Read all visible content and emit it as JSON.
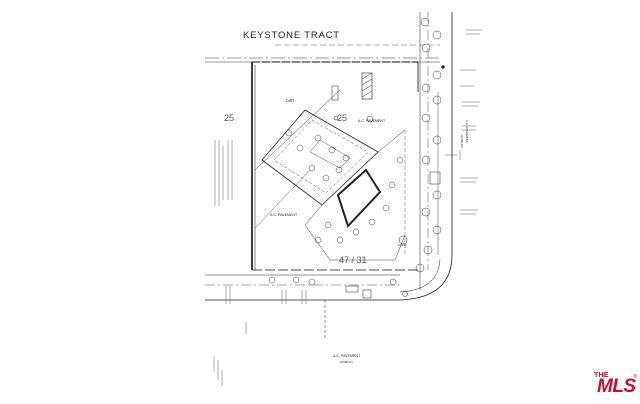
{
  "drawing": {
    "tract_title": "KEYSTONE TRACT",
    "labels": {
      "lot_left": "25",
      "lot_right": "25",
      "street_lower": "47 / 31",
      "dirt": "DIRT",
      "ac_pavement_upper": "A.C. PAVEMENT",
      "ac_pavement_mid": "A.C. PAVEMENT",
      "ac_pavement_bottom": "A.C. PAVEMENT",
      "ac_pavement_bottom_sub": "(PUBLIC)",
      "ac_pavement_right": "A.C. PAVEMENT",
      "ac_pavement_right_sub": "(PUBLIC)",
      "concrete": "CONC."
    }
  },
  "logo": {
    "the": "THE",
    "mls": "MLS",
    "reg": "®"
  },
  "colors": {
    "ink": "#111111",
    "grid": "#9a9a9a",
    "brand": "#c8102e"
  },
  "icons": [
    "tree-symbol-icon",
    "dashed-property-line",
    "building-outline"
  ]
}
